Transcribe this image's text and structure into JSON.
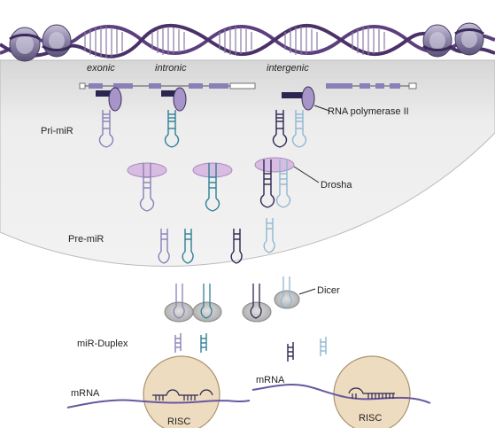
{
  "locus_labels": {
    "exonic": "exonic",
    "intronic": "intronic",
    "intergenic": "intergenic"
  },
  "stage_labels": {
    "pri_mir": "Pri-miR",
    "pre_mir": "Pre-miR",
    "mir_duplex": "miR-Duplex"
  },
  "enzyme_labels": {
    "rna_pol_ii": "RNA polymerase II",
    "drosha": "Drosha",
    "dicer": "Dicer"
  },
  "complex_labels": {
    "risc_left": "RISC",
    "risc_right": "RISC",
    "mrna_left": "mRNA",
    "mrna_right": "mRNA"
  },
  "colors": {
    "nucleus_fill": "#e6e6e6",
    "dna_strand": "#5c3f7e",
    "histone": "#8e84a8",
    "exonic_rna": "#8a7fb6",
    "intronic_rna": "#2f7f95",
    "intergenic_dark": "#2c2550",
    "intergenic_light": "#8fb7d1",
    "drosha_fill": "#d7b7e0",
    "dicer_fill": "#c8c8c8",
    "risc_fill": "#eddcbf"
  }
}
